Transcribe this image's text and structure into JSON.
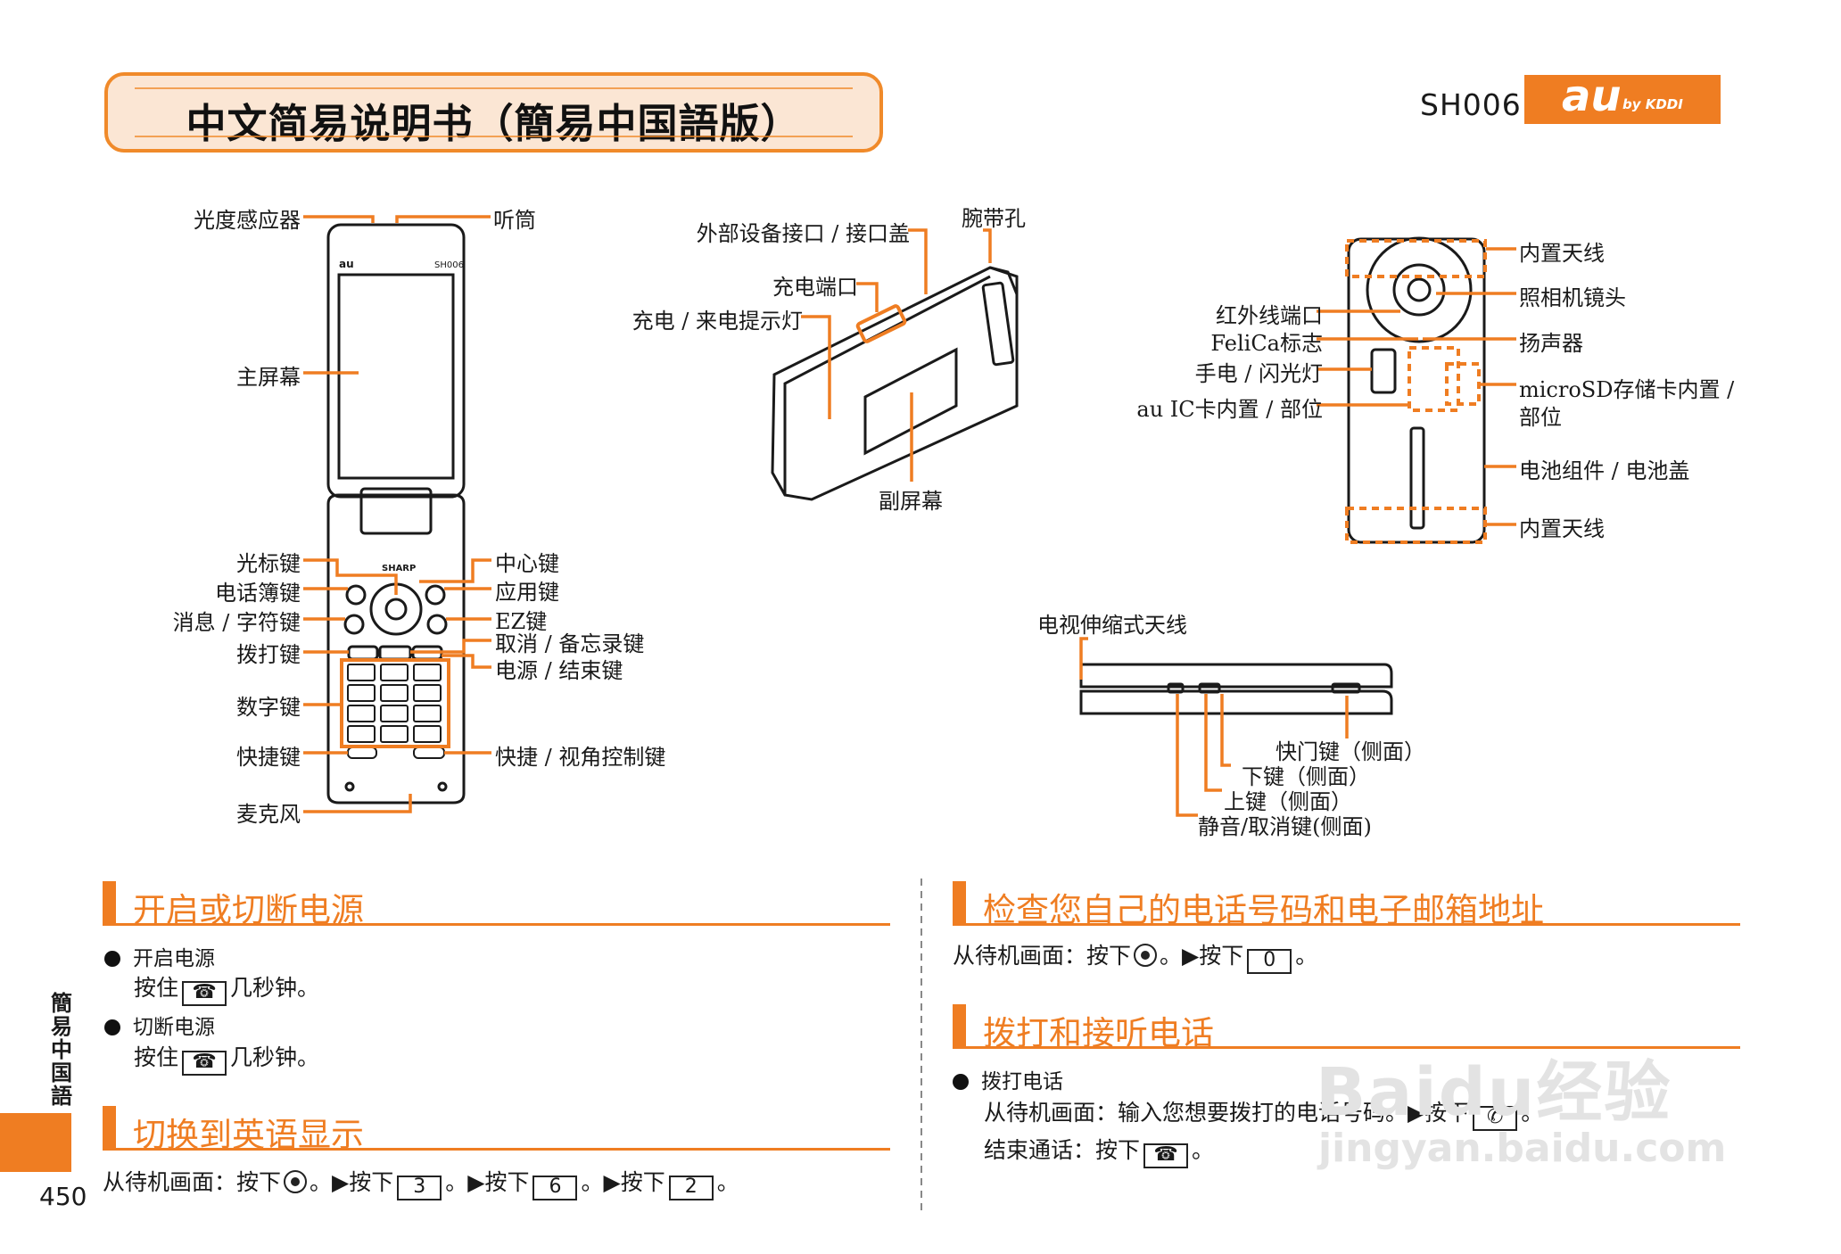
{
  "header": {
    "title": "中文简易说明书（簡易中国語版）",
    "model": "SH006",
    "brand_au": "au",
    "brand_by": "by KDDI"
  },
  "front_labels": {
    "light_sensor": "光度感应器",
    "earpiece": "听筒",
    "main_screen": "主屏幕",
    "cursor_key": "光标键",
    "phonebook_key": "电话簿键",
    "message_char_key": "消息 / 字符键",
    "call_key": "拨打键",
    "number_keys": "数字键",
    "quick_key": "快捷键",
    "microphone": "麦克风",
    "center_key": "中心键",
    "app_key": "应用键",
    "ez_key": "EZ键",
    "cancel_memo_key": "取消 / 备忘录键",
    "power_end_key": "电源 / 结束键",
    "quick_view_key": "快捷 / 视角控制键"
  },
  "closed_labels": {
    "ext_connector": "外部设备接口 / 接口盖",
    "strap_hole": "腕带孔",
    "charging_port": "充电端口",
    "charge_indicator": "充电 / 来电提示灯",
    "sub_screen": "副屏幕"
  },
  "back_labels": {
    "antenna_top": "内置天线",
    "camera_lens": "照相机镜头",
    "ir_port": "红外线端口",
    "felica_mark": "FeliCa标志",
    "speaker": "扬声器",
    "flashlight": "手电 / 闪光灯",
    "microsd_1": "microSD存储卡内置 /",
    "microsd_2": "部位",
    "au_ic_card": "au IC卡内置 / 部位",
    "battery": "电池组件 / 电池盖",
    "antenna_bottom": "内置天线"
  },
  "side_labels": {
    "tv_antenna": "电视伸缩式天线",
    "shutter_key": "快门键（侧面）",
    "down_key": "下键（侧面）",
    "up_key": "上键（侧面）",
    "mute_key": "静音/取消键(侧面)"
  },
  "sections": {
    "power": {
      "title": "开启或切断电源",
      "on_label": "开启电源",
      "on_text_a": "按住",
      "on_text_b": "几秒钟。",
      "off_label": "切断电源",
      "off_text_a": "按住",
      "off_text_b": "几秒钟。"
    },
    "english": {
      "title": "切换到英语显示",
      "t1": "从待机画面：按下",
      "t2": "。▶按下",
      "k1": "3",
      "t3": "。▶按下",
      "k2": "6",
      "t4": "。▶按下",
      "k3": "2",
      "t5": "。"
    },
    "check_number": {
      "title": "检查您自己的电话号码和电子邮箱地址",
      "t1": "从待机画面：按下",
      "t2": "。▶按下",
      "k1": "0",
      "t3": "。"
    },
    "calls": {
      "title": "拨打和接听电话",
      "bullet": "拨打电话",
      "line1": "从待机画面：输入您想要拨打的电话号码。▶按下",
      "line1_end": "。",
      "line2": "结束通话：按下",
      "line2_end": "。"
    }
  },
  "side_tab": "簡易中国語",
  "page_number": "450",
  "watermark": {
    "line1": "Baidu经验",
    "line2": "jingyan.baidu.com"
  },
  "colors": {
    "accent": "#ef7d22",
    "title_fill": "#fbe6d4"
  }
}
